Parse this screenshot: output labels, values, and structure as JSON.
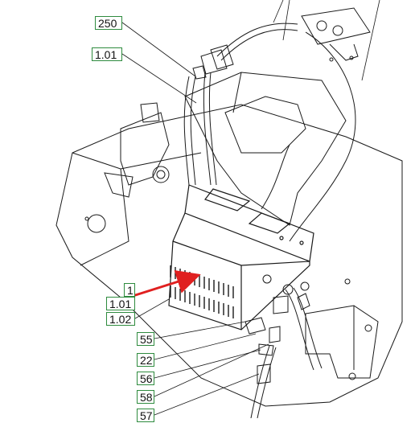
{
  "diagram": {
    "callouts": [
      {
        "id": "c-250",
        "label": "250"
      },
      {
        "id": "c-1-01-top",
        "label": "1.01"
      },
      {
        "id": "c-1",
        "label": "1"
      },
      {
        "id": "c-1-01",
        "label": "1.01"
      },
      {
        "id": "c-1-02",
        "label": "1.02"
      },
      {
        "id": "c-55",
        "label": "55"
      },
      {
        "id": "c-22",
        "label": "22"
      },
      {
        "id": "c-56",
        "label": "56"
      },
      {
        "id": "c-58",
        "label": "58"
      },
      {
        "id": "c-57",
        "label": "57"
      }
    ],
    "colors": {
      "outline": "#1a1a1a",
      "callout_border": "#2e8b3e",
      "arrow": "#e02020"
    }
  }
}
